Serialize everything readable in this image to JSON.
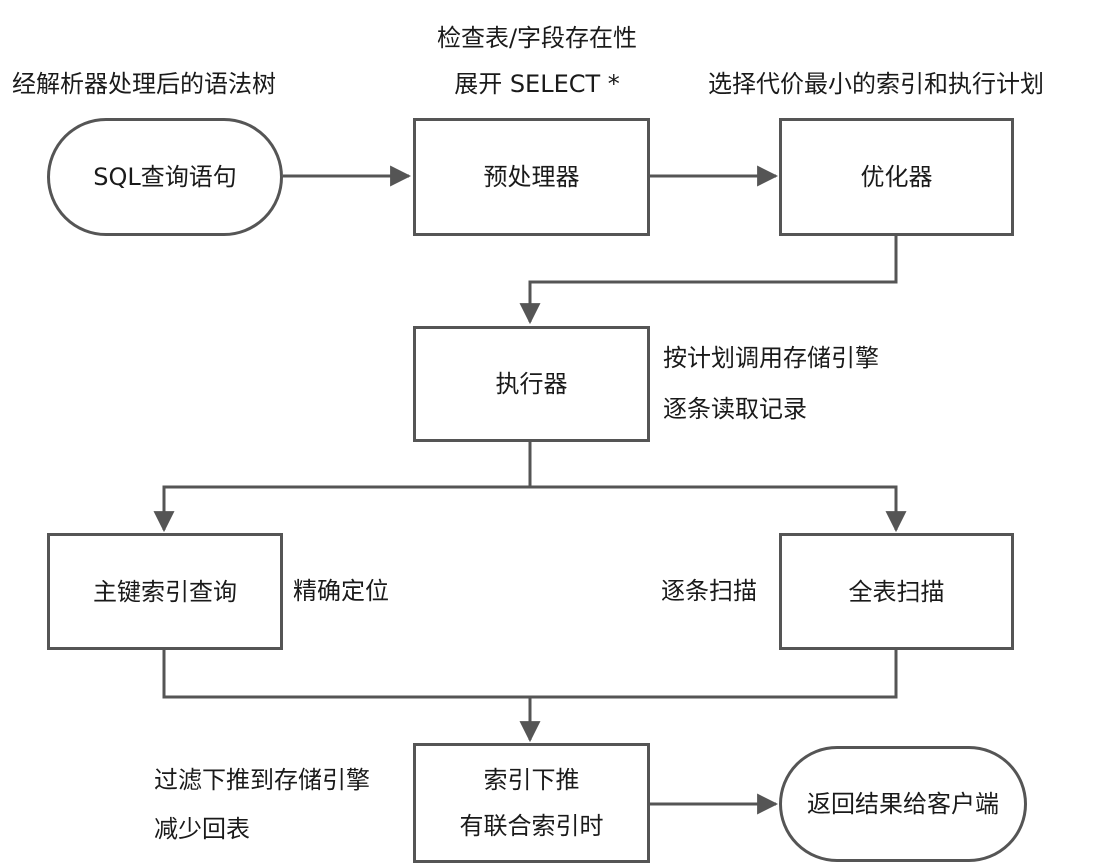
{
  "nodes": {
    "sql_query": "SQL查询语句",
    "preprocessor": "预处理器",
    "optimizer": "优化器",
    "executor": "执行器",
    "pk_lookup": "主键索引查询",
    "full_scan": "全表扫描",
    "icp_line1": "索引下推",
    "icp_line2": "有联合索引时",
    "return_client": "返回结果给客户端"
  },
  "annotations": {
    "parser_note": "经解析器处理后的语法树",
    "preprocessor_note_1": "检查表/字段存在性",
    "preprocessor_note_2": "展开 SELECT *",
    "optimizer_note": "选择代价最小的索引和执行计划",
    "executor_note_1": "按计划调用存储引擎",
    "executor_note_2": "逐条读取记录",
    "pk_note": "精确定位",
    "scan_note": "逐条扫描",
    "icp_note_1": "过滤下推到存储引擎",
    "icp_note_2": "减少回表"
  },
  "colors": {
    "stroke": "#555555",
    "text": "#1a1a1a",
    "background": "#ffffff"
  }
}
